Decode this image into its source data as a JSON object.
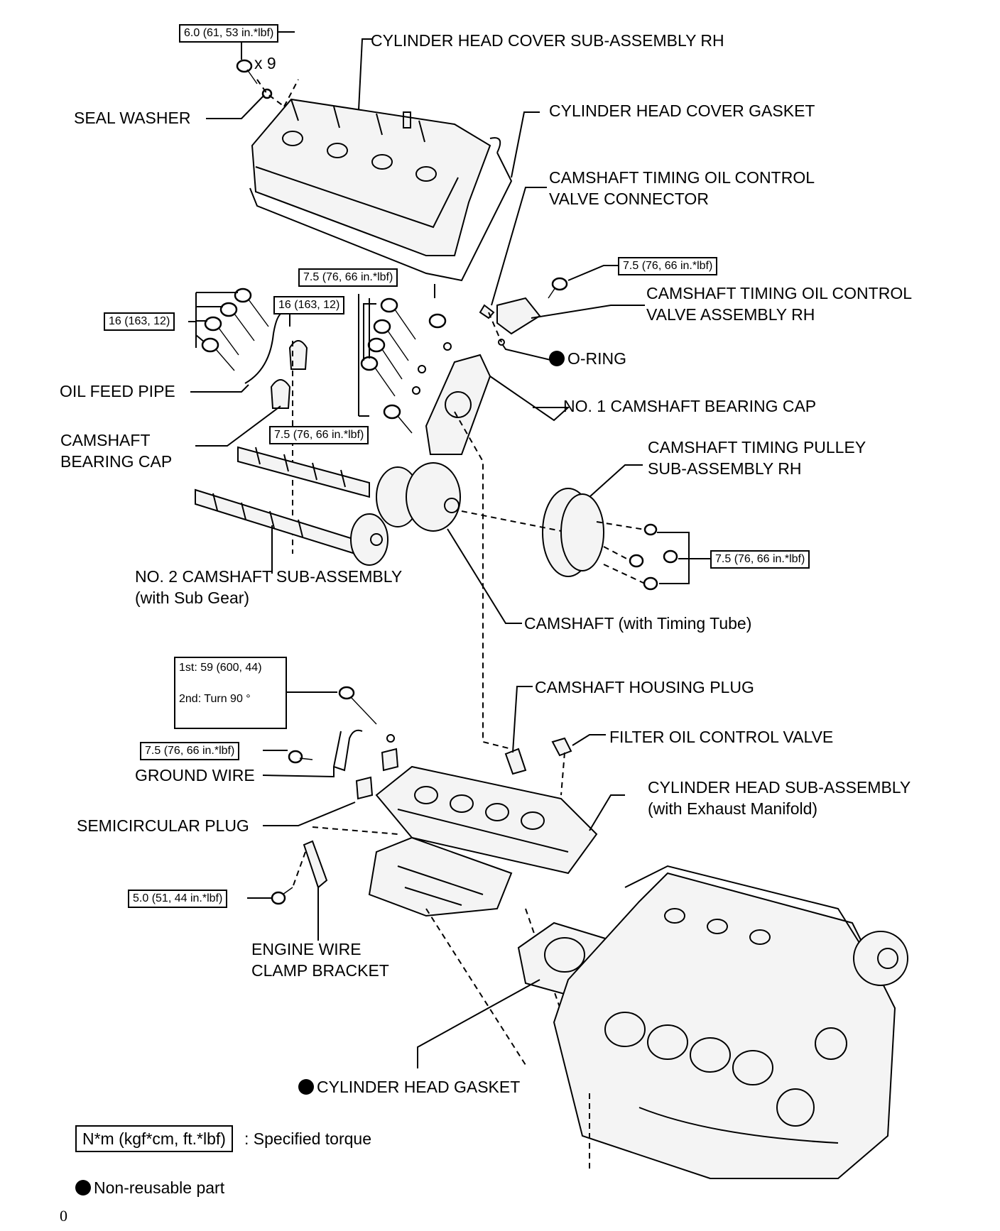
{
  "labels": {
    "cover_rh": "CYLINDER HEAD COVER SUB-ASSEMBLY RH",
    "seal_washer": "SEAL WASHER",
    "cover_gasket": "CYLINDER HEAD COVER GASKET",
    "ocv_connector_1": "CAMSHAFT TIMING OIL CONTROL",
    "ocv_connector_2": "VALVE CONNECTOR",
    "ocv_rh_1": "CAMSHAFT TIMING OIL CONTROL",
    "ocv_rh_2": "VALVE ASSEMBLY RH",
    "o_ring": "O-RING",
    "oil_feed_pipe": "OIL FEED PIPE",
    "no1_bearing_cap": "NO. 1 CAMSHAFT BEARING CAP",
    "bearing_cap_1": "CAMSHAFT",
    "bearing_cap_2": "BEARING CAP",
    "pulley_1": "CAMSHAFT TIMING PULLEY",
    "pulley_2": "SUB-ASSEMBLY RH",
    "no2_camshaft_1": "NO. 2 CAMSHAFT SUB-ASSEMBLY",
    "no2_camshaft_2": "(with Sub Gear)",
    "camshaft": "CAMSHAFT (with Timing Tube)",
    "housing_plug": "CAMSHAFT HOUSING PLUG",
    "filter_ocv": "FILTER OIL CONTROL VALVE",
    "ground_wire": "GROUND WIRE",
    "head_sub_1": "CYLINDER HEAD SUB-ASSEMBLY",
    "head_sub_2": "(with Exhaust Manifold)",
    "semicircular_plug": "SEMICIRCULAR PLUG",
    "clamp_bracket_1": "ENGINE WIRE",
    "clamp_bracket_2": "CLAMP BRACKET",
    "head_gasket": "CYLINDER HEAD GASKET",
    "qty_x9": "x 9"
  },
  "torques": {
    "cover_bolts": "6.0 (61, 53 in.*lbf)",
    "ocv_bolt": "7.5 (76, 66 in.*lbf)",
    "cap_bolt_small": "7.5 (76, 66 in.*lbf)",
    "cap_bolts_center": "16 (163, 12)",
    "cap_bolts_left": "16 (163, 12)",
    "cap_bolt_lower": "7.5 (76, 66 in.*lbf)",
    "pulley_bolts": "7.5 (76, 66 in.*lbf)",
    "head_bolt_1st": "1st: 59 (600, 44)",
    "head_bolt_2nd": "2nd:  Turn 90 °",
    "ground_bolt": "7.5 (76, 66 in.*lbf)",
    "bracket_bolt": "5.0 (51, 44 in.*lbf)"
  },
  "legend": {
    "unit_box": "N*m (kgf*cm, ft.*lbf)",
    "unit_desc": ": Specified torque",
    "non_reusable": "Non-reusable part"
  },
  "page_number": "0"
}
